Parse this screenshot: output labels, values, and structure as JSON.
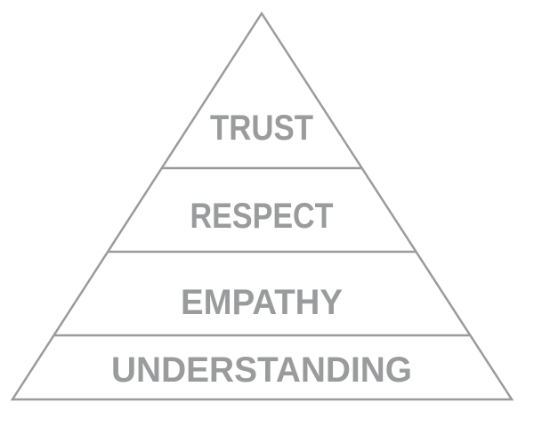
{
  "pyramid": {
    "color": "#9a9b9d",
    "levels": [
      {
        "label": "TRUST"
      },
      {
        "label": "RESPECT"
      },
      {
        "label": "EMPATHY"
      },
      {
        "label": "UNDERSTANDING"
      }
    ]
  }
}
